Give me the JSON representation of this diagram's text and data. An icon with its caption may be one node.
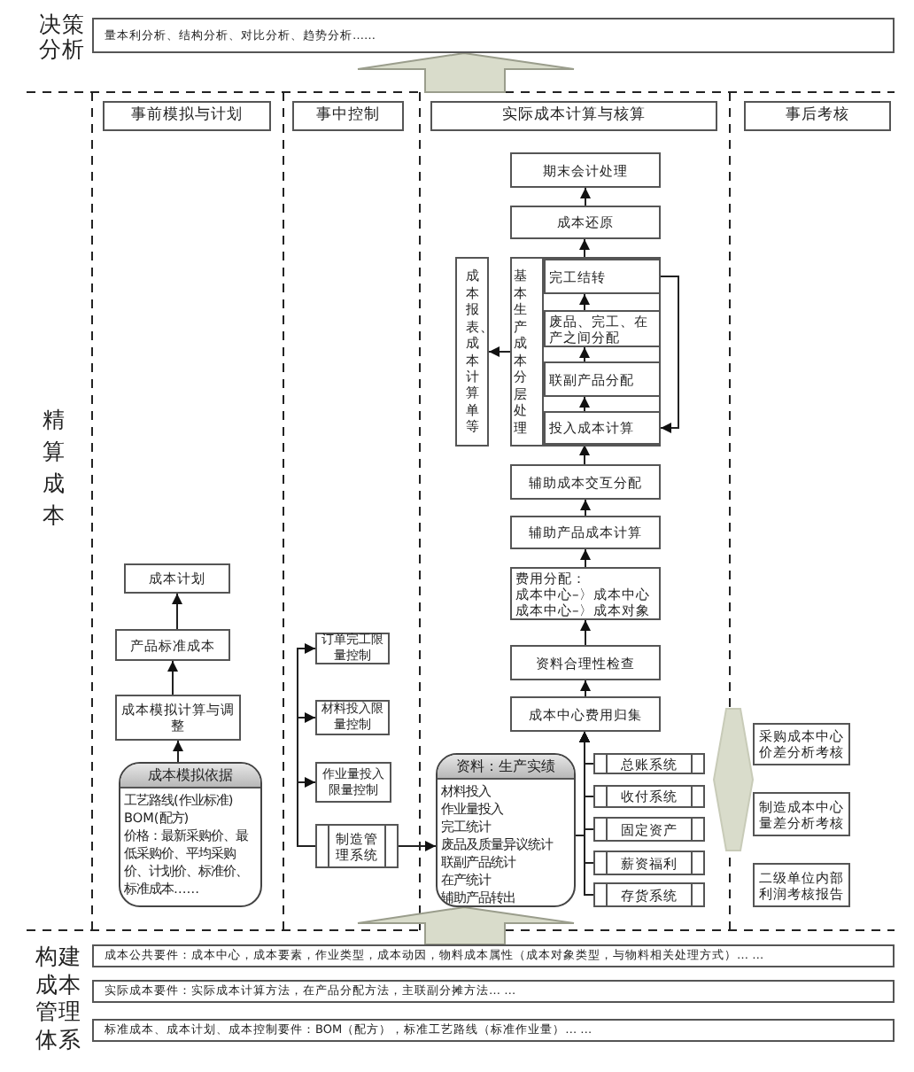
{
  "diagram": {
    "nodes": [
      {
        "text": [
          "量本利分析、结构分析、对比分析、趋势分析……"
        ]
      },
      {
        "text": [
          "事前模拟与计划"
        ]
      },
      {
        "text": [
          "事中控制"
        ]
      },
      {
        "text": [
          "实际成本计算与核算"
        ]
      },
      {
        "text": [
          "事后考核"
        ]
      },
      {
        "text": [
          "期末会计处理"
        ]
      },
      {
        "text": [
          "成本还原"
        ]
      },
      {
        "text": [
          "基本生产成本分层处理"
        ]
      },
      {
        "text": [
          "完工结转"
        ],
        "in": 7
      },
      {
        "text": [
          "废品、完工、在产之间分配"
        ],
        "in": 7
      },
      {
        "text": [
          "联副产品分配"
        ],
        "in": 7
      },
      {
        "text": [
          "投入成本计算"
        ],
        "in": 7
      },
      {
        "text": [
          "成本报表、成本计算单等"
        ]
      },
      {
        "text": [
          "辅助成本交互分配"
        ]
      },
      {
        "text": [
          "辅助产品成本计算"
        ]
      },
      {
        "text": [
          "费用分配：",
          "成本中心–〉成本中心",
          "成本中心–〉成本对象"
        ]
      },
      {
        "text": [
          "资料合理性检查"
        ]
      },
      {
        "text": [
          "成本中心费用归集"
        ]
      },
      {
        "text": [
          "成本计划"
        ]
      },
      {
        "text": [
          "产品标准成本"
        ]
      },
      {
        "text": [
          "成本模拟计算与调整"
        ]
      },
      {
        "text": [
          "成本模拟依据",
          "工艺路线(作业标准)",
          "BOM(配方)",
          "价格：最新采购价、最低采购价、平均采购价、计划价、标准价、标准成本……"
        ]
      },
      {
        "text": [
          "订单完工限量控制"
        ]
      },
      {
        "text": [
          "材料投入限量控制"
        ]
      },
      {
        "text": [
          "作业量投入限量控制"
        ]
      },
      {
        "text": [
          "制造管理系统"
        ]
      },
      {
        "text": [
          "资料：生产实绩",
          "材料投入",
          "作业量投入",
          "完工统计",
          "废品及质量异议统计",
          "联副产品统计",
          "在产统计",
          "辅助产品转出"
        ]
      },
      {
        "text": [
          "总账系统"
        ]
      },
      {
        "text": [
          "收付系统"
        ]
      },
      {
        "text": [
          "固定资产"
        ]
      },
      {
        "text": [
          "薪资福利"
        ]
      },
      {
        "text": [
          "存货系统"
        ]
      },
      {
        "text": [
          "采购成本中心价差分析考核"
        ]
      },
      {
        "text": [
          "制造成本中心量差分析考核"
        ]
      },
      {
        "text": [
          "二级单位内部利润考核报告"
        ]
      },
      {
        "text": [
          "成本公共要件：成本中心，成本要素，作业类型，成本动因，物料成本属性（成本对象类型，与物料相关处理方式）… …"
        ]
      },
      {
        "text": [
          "实际成本要件：实际成本计算方法，在产品分配方法，主联副分摊方法… …"
        ]
      },
      {
        "text": [
          "标准成本、成本计划、成本控制要件：BOM（配方），标准工艺路线（标准作业量）… …"
        ]
      }
    ],
    "edges": [
      {
        "from": null,
        "to": 0,
        "arrow": "to",
        "style": "thick"
      },
      {
        "from": 35,
        "to": null,
        "arrow": "to",
        "style": "thick"
      },
      {
        "from": 6,
        "to": 5,
        "arrow": "to"
      },
      {
        "from": 7,
        "to": 6,
        "arrow": "to"
      },
      {
        "from": 11,
        "to": 10,
        "arrow": "to"
      },
      {
        "from": 10,
        "to": 9,
        "arrow": "to"
      },
      {
        "from": 9,
        "to": 8,
        "arrow": "to"
      },
      {
        "from": 8,
        "to": 11,
        "arrow": "to"
      },
      {
        "from": 7,
        "to": 12,
        "arrow": "to"
      },
      {
        "from": 13,
        "to": 11,
        "arrow": "to"
      },
      {
        "from": 14,
        "to": 13,
        "arrow": "to"
      },
      {
        "from": 15,
        "to": 14,
        "arrow": "to"
      },
      {
        "from": 16,
        "to": 15,
        "arrow": "to"
      },
      {
        "from": 17,
        "to": 16,
        "arrow": "to"
      },
      {
        "from": 26,
        "to": 17,
        "arrow": "to"
      },
      {
        "from": 27,
        "to": 17,
        "arrow": "to"
      },
      {
        "from": 28,
        "to": 17,
        "arrow": "to"
      },
      {
        "from": 29,
        "to": 17,
        "arrow": "to"
      },
      {
        "from": 30,
        "to": 17,
        "arrow": "to"
      },
      {
        "from": 31,
        "to": 17,
        "arrow": "to"
      },
      {
        "from": 21,
        "to": 20,
        "arrow": "to"
      },
      {
        "from": 20,
        "to": 19,
        "arrow": "to"
      },
      {
        "from": 19,
        "to": 18,
        "arrow": "to"
      },
      {
        "from": 25,
        "to": 22,
        "arrow": "to"
      },
      {
        "from": 25,
        "to": 23,
        "arrow": "to"
      },
      {
        "from": 25,
        "to": 24,
        "arrow": "to"
      },
      {
        "from": 25,
        "to": 26,
        "arrow": "to"
      }
    ],
    "labels": [
      "决策分析",
      "精算成本",
      "构建成本管理体系"
    ]
  }
}
